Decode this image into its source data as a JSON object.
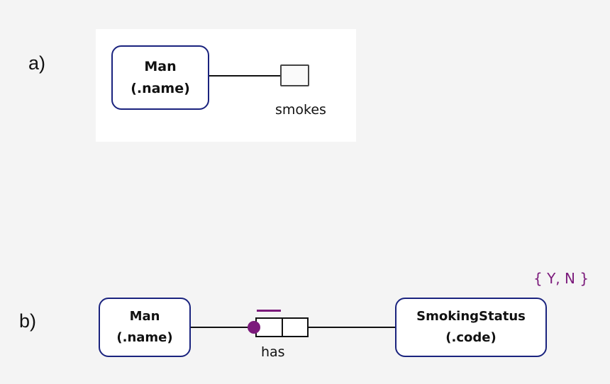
{
  "panel_a": {
    "label": "a)",
    "entity": {
      "name": "Man",
      "ref_mode": "(.name)"
    },
    "fact_type": {
      "reading": "smokes"
    }
  },
  "panel_b": {
    "label": "b)",
    "entity_man": {
      "name": "Man",
      "ref_mode": "(.name)"
    },
    "entity_status": {
      "name": "SmokingStatus",
      "ref_mode": "(.code)"
    },
    "fact_type": {
      "reading": "has"
    },
    "value_constraint": "{ Y, N }"
  },
  "colors": {
    "entity_border": "#1a237e",
    "constraint": "#7b1a7b",
    "line": "#111111"
  }
}
